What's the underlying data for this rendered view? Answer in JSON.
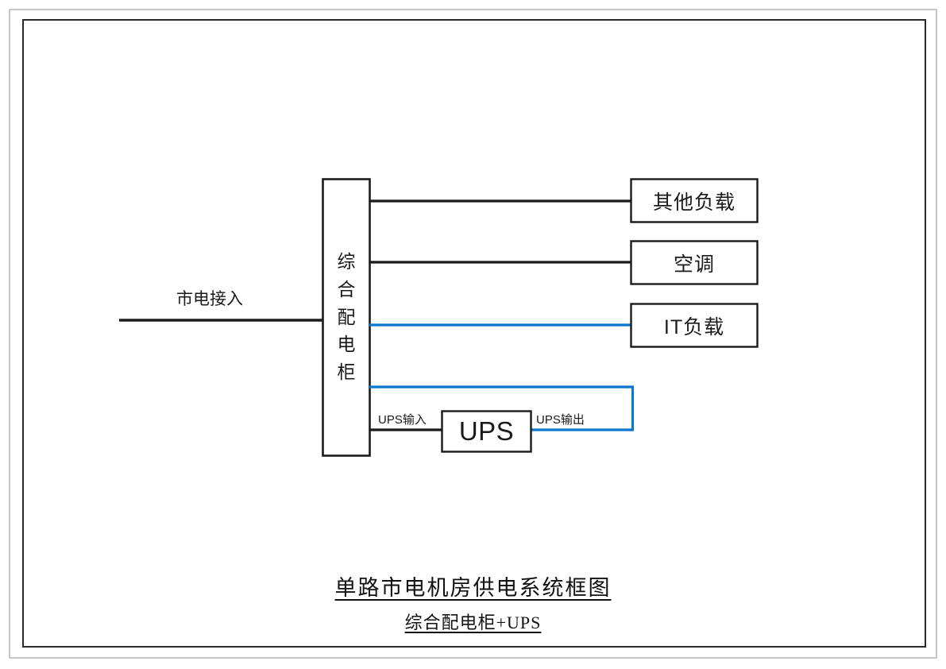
{
  "document": {
    "title": "单路市电机房供电系统框图",
    "subtitle": "综合配电柜+UPS",
    "type": "power-supply-block-diagram"
  },
  "colors": {
    "line_black": "#1a1a1a",
    "line_blue": "#0b76ce",
    "box_border": "#1a1a1a",
    "frame_outer": "#c6c6c6",
    "frame_inner": "#2b2b2b",
    "background": "#ffffff"
  },
  "nodes": {
    "mains_input": {
      "label": "市电接入",
      "type": "incoming-line"
    },
    "cabinet": {
      "label": "综合配电柜",
      "characters": [
        "综",
        "合",
        "配",
        "电",
        "柜"
      ],
      "type": "distribution-cabinet"
    },
    "ups": {
      "label": "UPS",
      "type": "ups-unit"
    },
    "loads": [
      {
        "label": "其他负载",
        "feed": "black",
        "source": "cabinet"
      },
      {
        "label": "空调",
        "feed": "black",
        "source": "cabinet"
      },
      {
        "label": "IT负载",
        "feed": "blue",
        "source": "ups"
      }
    ]
  },
  "connections": [
    {
      "label": "市电接入",
      "from": "mains",
      "to": "综合配电柜",
      "color": "black"
    },
    {
      "label": "",
      "from": "综合配电柜",
      "to": "其他负载",
      "color": "black"
    },
    {
      "label": "",
      "from": "综合配电柜",
      "to": "空调",
      "color": "black"
    },
    {
      "label": "",
      "from": "UPS",
      "to": "IT负载",
      "color": "blue"
    },
    {
      "label": "UPS输入",
      "from": "综合配电柜",
      "to": "UPS",
      "color": "black"
    },
    {
      "label": "UPS输出",
      "from": "UPS",
      "to": "IT负载",
      "color": "blue"
    }
  ],
  "labels": {
    "ups_input": "UPS输入",
    "ups_output": "UPS输出"
  }
}
